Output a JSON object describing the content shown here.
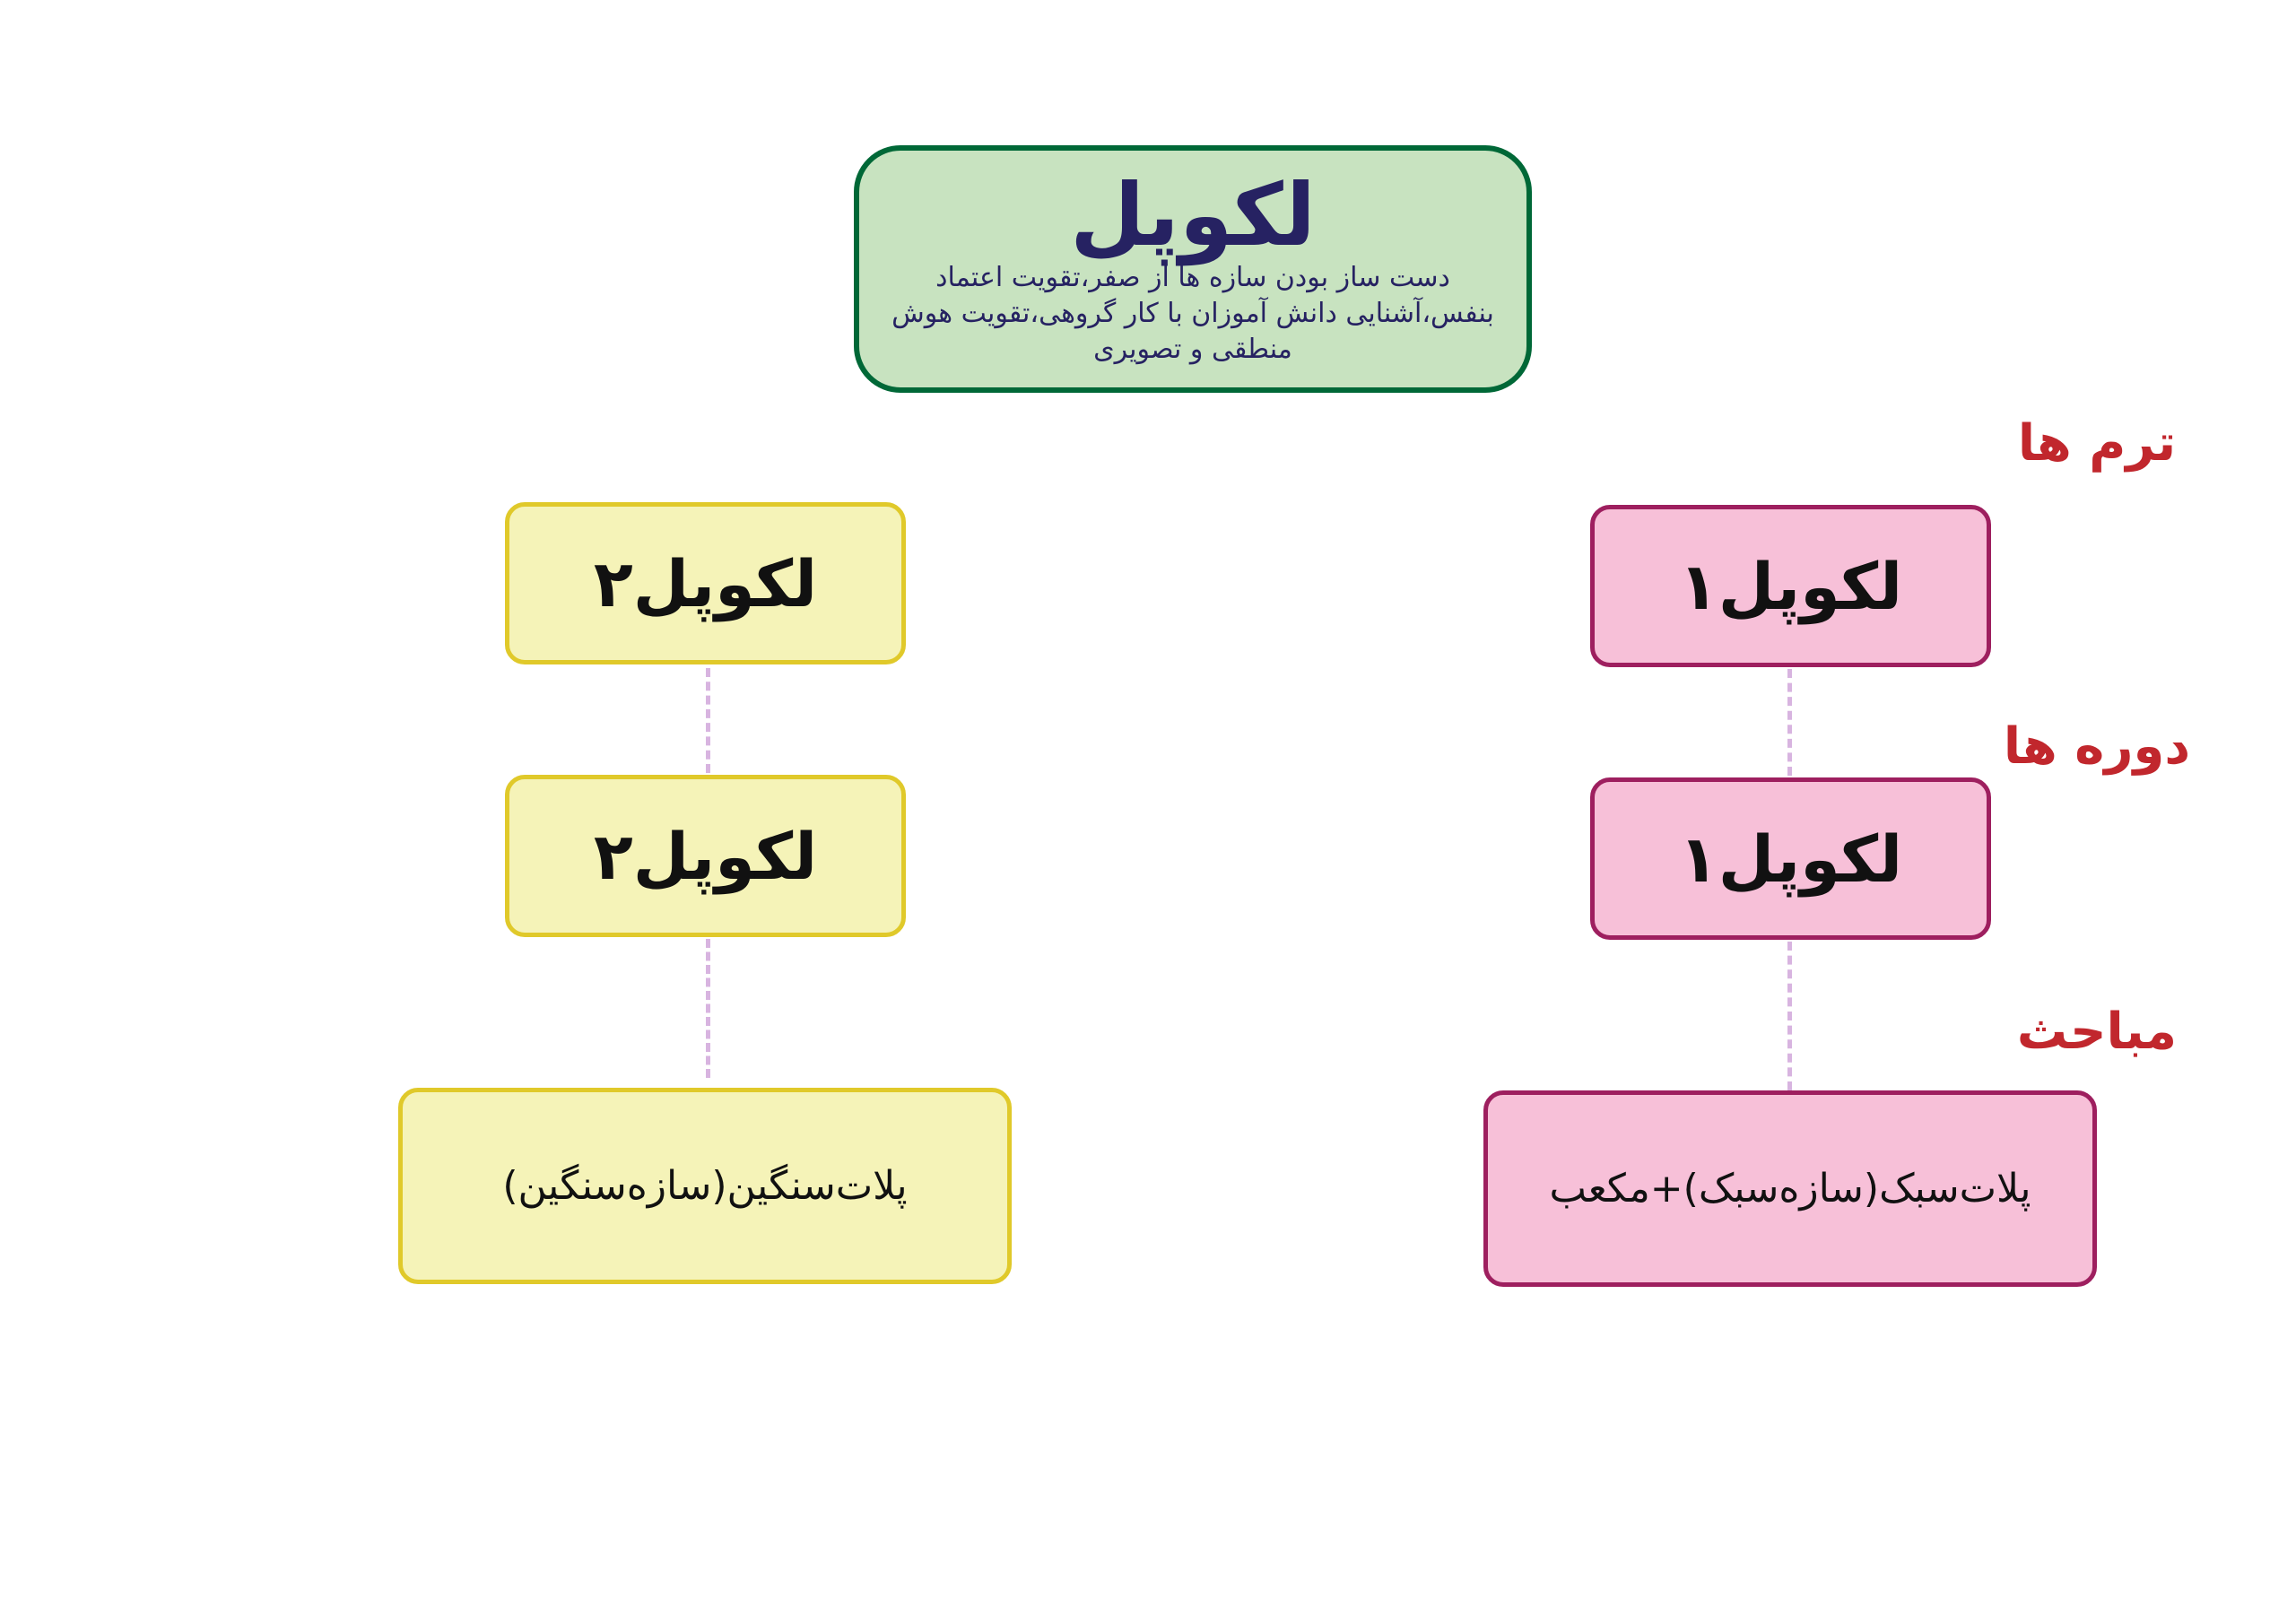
{
  "root": {
    "title": "لکوپل",
    "description": "دست ساز بودن سازه ها از صفر،تقویت اعتماد بنفس،آشنایی دانش آموزان با کار گروهی،تقویت هوش منطقی و تصویری"
  },
  "row_labels": {
    "terms": "ترم ها",
    "courses": "دوره ها",
    "topics": "مباحث"
  },
  "branches": {
    "right": {
      "term": "لکوپل۱",
      "course": "لکوپل۱",
      "topic": "پلات‌سبک(سازه‌سبک)+مکعب"
    },
    "left": {
      "term": "لکوپل۲",
      "course": "لکوپل۲",
      "topic": "پلات‌سنگین(سازه‌سنگین)"
    }
  },
  "colors": {
    "root_fill": "#c8e3c0",
    "root_border": "#006837",
    "root_text": "#262262",
    "left_fill": "#f5f3b8",
    "left_border": "#e0c92a",
    "right_fill": "#f7c0d8",
    "right_border": "#9e1f5f",
    "label_text": "#c1272d",
    "connector": "#d8b4e0"
  }
}
